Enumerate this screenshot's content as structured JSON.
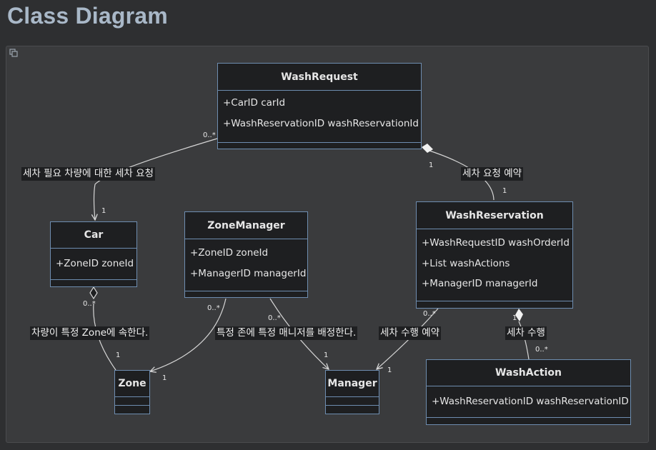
{
  "page": {
    "title": "Class Diagram"
  },
  "classes": {
    "wash_request": {
      "name": "WashRequest",
      "attributes": [
        "+CarID carId",
        "+WashReservationID washReservationId"
      ]
    },
    "car": {
      "name": "Car",
      "attributes": [
        "+ZoneID zoneId"
      ]
    },
    "zone_manager": {
      "name": "ZoneManager",
      "attributes": [
        "+ZoneID zoneId",
        "+ManagerID managerId"
      ]
    },
    "wash_reservation": {
      "name": "WashReservation",
      "attributes": [
        "+WashRequestID washOrderId",
        "+List washActions",
        "+ManagerID managerId"
      ]
    },
    "zone": {
      "name": "Zone",
      "attributes": []
    },
    "manager": {
      "name": "Manager",
      "attributes": []
    },
    "wash_action": {
      "name": "WashAction",
      "attributes": [
        "+WashReservationID washReservationID"
      ]
    }
  },
  "relations": {
    "request_car": {
      "label": "세차 필요 차량에 대한 세차 요청",
      "from_mult": "0..*",
      "to_mult": "1"
    },
    "request_reservation": {
      "label": "세차 요청 예약",
      "from_mult": "1",
      "to_mult": "1"
    },
    "car_zone": {
      "label": "차량이 특정 Zone에 속한다.",
      "from_mult": "0..*",
      "to_mult": "1"
    },
    "zonemanager_zone": {
      "label": "",
      "from_mult": "0..*",
      "to_mult": "1"
    },
    "zonemanager_manager": {
      "label": "특정 존에 특정 매니저를 배정한다.",
      "from_mult": "0..*",
      "to_mult": "1"
    },
    "reservation_manager": {
      "label": "세차 수행 예약",
      "from_mult": "0..*",
      "to_mult": "1"
    },
    "reservation_action": {
      "label": "세차 수행",
      "from_mult": "1",
      "to_mult": "0..*"
    }
  }
}
